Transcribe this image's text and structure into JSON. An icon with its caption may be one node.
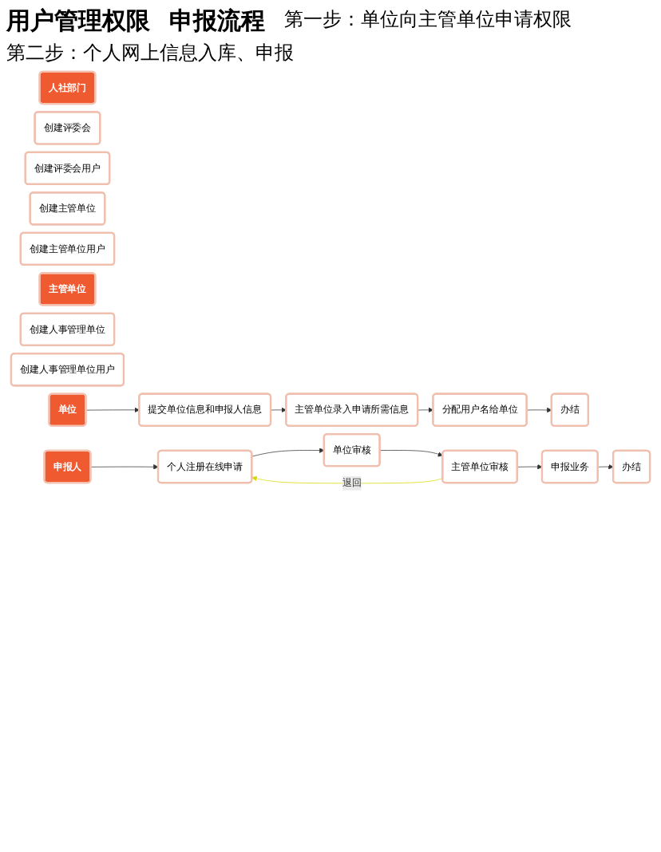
{
  "diagram": {
    "nodes": [
      {
        "text": [
          "人社部门"
        ]
      },
      {
        "text": [
          "创建评委会"
        ]
      },
      {
        "text": [
          "创建评委会用户"
        ]
      },
      {
        "text": [
          "创建主管单位"
        ]
      },
      {
        "text": [
          "创建主管单位用户"
        ]
      },
      {
        "text": [
          "主管单位"
        ]
      },
      {
        "text": [
          "创建人事管理单位"
        ]
      },
      {
        "text": [
          "创建人事管理单位用户"
        ]
      },
      {
        "text": [
          "单位"
        ]
      },
      {
        "text": [
          "提交单位信息和申报人信息"
        ]
      },
      {
        "text": [
          "主管单位录入申请所需信息"
        ]
      },
      {
        "text": [
          "分配用户名给单位"
        ]
      },
      {
        "text": [
          "办结"
        ]
      },
      {
        "text": [
          "申报人"
        ]
      },
      {
        "text": [
          "个人注册在线申请"
        ]
      },
      {
        "text": [
          "单位审核"
        ]
      },
      {
        "text": [
          "主管单位审核"
        ]
      },
      {
        "text": [
          "申报业务"
        ]
      },
      {
        "text": [
          "办结"
        ]
      }
    ],
    "edges": [
      {
        "from": 8,
        "to": 9,
        "arrow": "to"
      },
      {
        "from": 9,
        "to": 10,
        "arrow": "to"
      },
      {
        "from": 10,
        "to": 11,
        "arrow": "to"
      },
      {
        "from": 11,
        "to": 12,
        "arrow": "to"
      },
      {
        "from": 13,
        "to": 14,
        "arrow": "to"
      },
      {
        "from": 14,
        "to": 15,
        "arrow": "to"
      },
      {
        "from": 15,
        "to": 16,
        "arrow": "to"
      },
      {
        "from": 16,
        "to": 17,
        "arrow": "to"
      },
      {
        "from": 17,
        "to": 18,
        "arrow": "to"
      },
      {
        "from": 16,
        "to": 14,
        "arrow": "to",
        "label": "退回",
        "color": "#d8d800"
      }
    ],
    "labels": [
      "用户管理权限",
      "申报流程",
      "第一步：单位向主管单位申请权限",
      "第二步：个人网上信息入库、申报"
    ]
  }
}
